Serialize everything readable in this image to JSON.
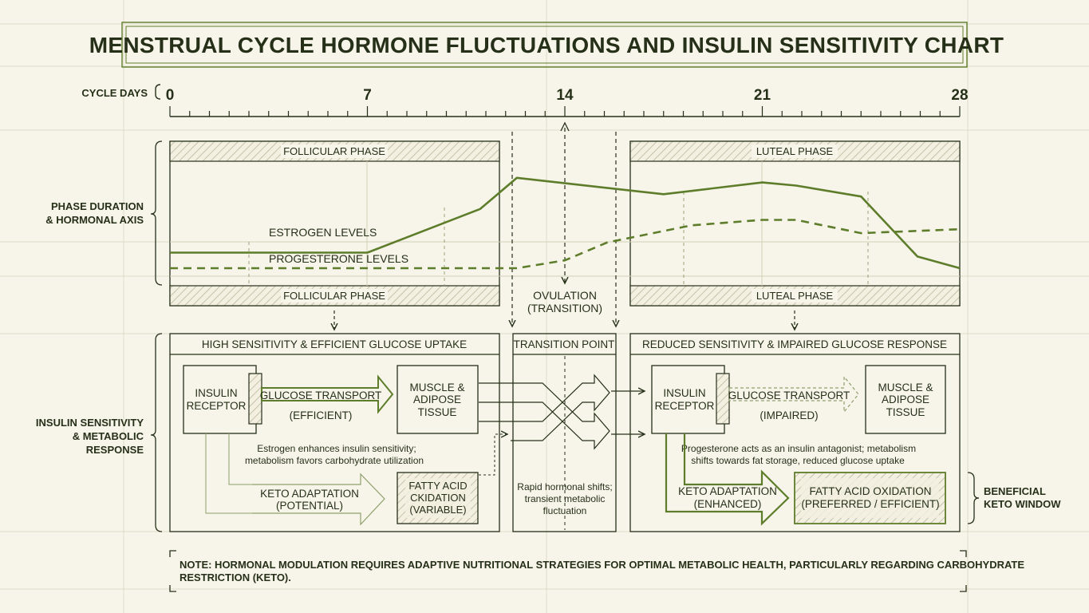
{
  "title": "MENSTRUAL CYCLE HORMONE FLUCTUATIONS AND INSULIN SENSITIVITY CHART",
  "axis": {
    "label": "CYCLE DAYS",
    "ticks": [
      "0",
      "7",
      "14",
      "21",
      "28"
    ],
    "min": 0,
    "max": 28
  },
  "side_labels": {
    "hormonal_1": "PHASE DURATION",
    "hormonal_2": "& HORMONAL AXIS",
    "insulin_1": "INSULIN SENSITIVITY",
    "insulin_2": "& METABOLIC",
    "insulin_3": "RESPONSE",
    "keto_1": "BENEFICIAL",
    "keto_2": "KETO WINDOW"
  },
  "phases": {
    "follicular": "FOLLICULAR PHASE",
    "luteal": "LUTEAL PHASE",
    "ovulation_1": "OVULATION",
    "ovulation_2": "(TRANSITION)"
  },
  "series": {
    "estrogen": "ESTROGEN LEVELS",
    "progesterone": "PROGESTERONE LEVELS"
  },
  "chart_data": {
    "type": "line",
    "x_range": [
      0,
      28
    ],
    "series": [
      {
        "name": "ESTROGEN LEVELS",
        "style": "solid",
        "points": [
          [
            0,
            3
          ],
          [
            7,
            3
          ],
          [
            11,
            8.6
          ],
          [
            12.3,
            12.6
          ],
          [
            17.5,
            10.5
          ],
          [
            21,
            12
          ],
          [
            22.2,
            11.6
          ],
          [
            24.5,
            10.2
          ],
          [
            26.5,
            2.5
          ],
          [
            28,
            1
          ]
        ]
      },
      {
        "name": "PROGESTERONE LEVELS",
        "style": "dashed",
        "points": [
          [
            0,
            1
          ],
          [
            3,
            1
          ],
          [
            7,
            1
          ],
          [
            12.3,
            1
          ],
          [
            14,
            2
          ],
          [
            15.5,
            4.3
          ],
          [
            17,
            5.4
          ],
          [
            18.5,
            6.5
          ],
          [
            21,
            7.2
          ],
          [
            22.2,
            7.2
          ],
          [
            24.5,
            5.5
          ],
          [
            28,
            6
          ]
        ]
      }
    ],
    "note": "estrogen drawn as rising solid line toward ovulation and luteal plateau; progesterone dashed"
  },
  "left_panel": {
    "header": "HIGH SENSITIVITY & EFFICIENT GLUCOSE UPTAKE",
    "receptor_1": "INSULIN",
    "receptor_2": "RECEPTOR",
    "transport_1": "GLUCOSE TRANSPORT",
    "transport_2": "(EFFICIENT)",
    "tissue_1": "MUSCLE &",
    "tissue_2": "ADIPOSE",
    "tissue_3": "TISSUE",
    "desc_1": "Estrogen enhances insulin sensitivity;",
    "desc_2": "metabolism favors carbohydrate utilization",
    "keto_1": "KETO ADAPTATION",
    "keto_2": "(POTENTIAL)",
    "fat_1": "FATTY ACID",
    "fat_2": "CKIDATION",
    "fat_3": "(VARIABLE)"
  },
  "middle_panel": {
    "header": "TRANSITION POINT",
    "desc_1": "Rapid hormonal shifts;",
    "desc_2": "transient metabolic",
    "desc_3": "fluctuation"
  },
  "right_panel": {
    "header": "REDUCED SENSITIVITY & IMPAIRED GLUCOSE RESPONSE",
    "receptor_1": "INSULIN",
    "receptor_2": "RECEPTOR",
    "transport_1": "GLUCOSE TRANSPORT",
    "transport_2": "(IMPAIRED)",
    "tissue_1": "MUSCLE &",
    "tissue_2": "ADIPOSE",
    "tissue_3": "TISSUE",
    "desc_1": "Progesterone acts as an insulin antagonist; metabolism",
    "desc_2": "shifts towards fat storage, reduced glucose uptake",
    "keto_1": "KETO ADAPTATION",
    "keto_2": "(ENHANCED)",
    "fat_1": "FATTY ACID OXIDATION",
    "fat_2": "(PREFERRED / EFFICIENT)"
  },
  "note_1": "NOTE: HORMONAL MODULATION REQUIRES ADAPTIVE NUTRITIONAL STRATEGIES FOR OPTIMAL METABOLIC HEALTH, PARTICULARLY REGARDING CARBOHYDRATE",
  "note_2": "RESTRICTION (KETO).",
  "colors": {
    "background": "#f7f4ea",
    "ink": "#263018",
    "accent": "#5e7d2a",
    "grid": "#dcdcc4"
  }
}
